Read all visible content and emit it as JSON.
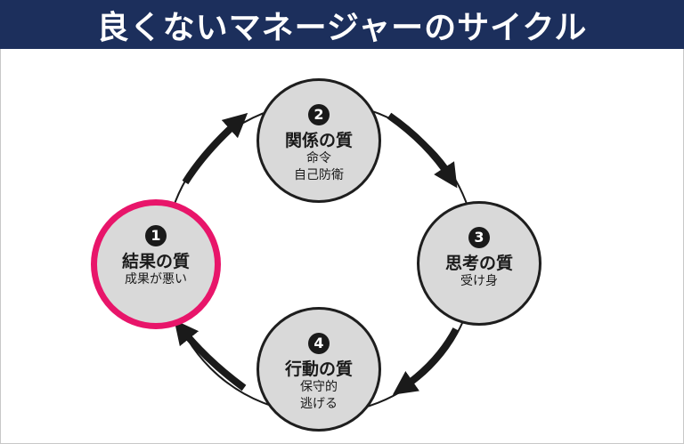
{
  "title": "良くないマネージャーのサイクル",
  "colors": {
    "title_bg": "#1c2f5c",
    "title_text": "#ffffff",
    "node_fill": "#d9d9d9",
    "node_border": "#1e1e1e",
    "highlight_border": "#e8156a",
    "arrow": "#1a1a1a"
  },
  "nodes": [
    {
      "number": "1",
      "label": "結果の質",
      "sub": [
        "成果が悪い"
      ],
      "highlight": true
    },
    {
      "number": "2",
      "label": "関係の質",
      "sub": [
        "命令",
        "自己防衛"
      ],
      "highlight": false
    },
    {
      "number": "3",
      "label": "思考の質",
      "sub": [
        "受け身"
      ],
      "highlight": false
    },
    {
      "number": "4",
      "label": "行動の質",
      "sub": [
        "保守的",
        "逃げる"
      ],
      "highlight": false
    }
  ],
  "flow": [
    "1",
    "2",
    "3",
    "4",
    "1"
  ]
}
